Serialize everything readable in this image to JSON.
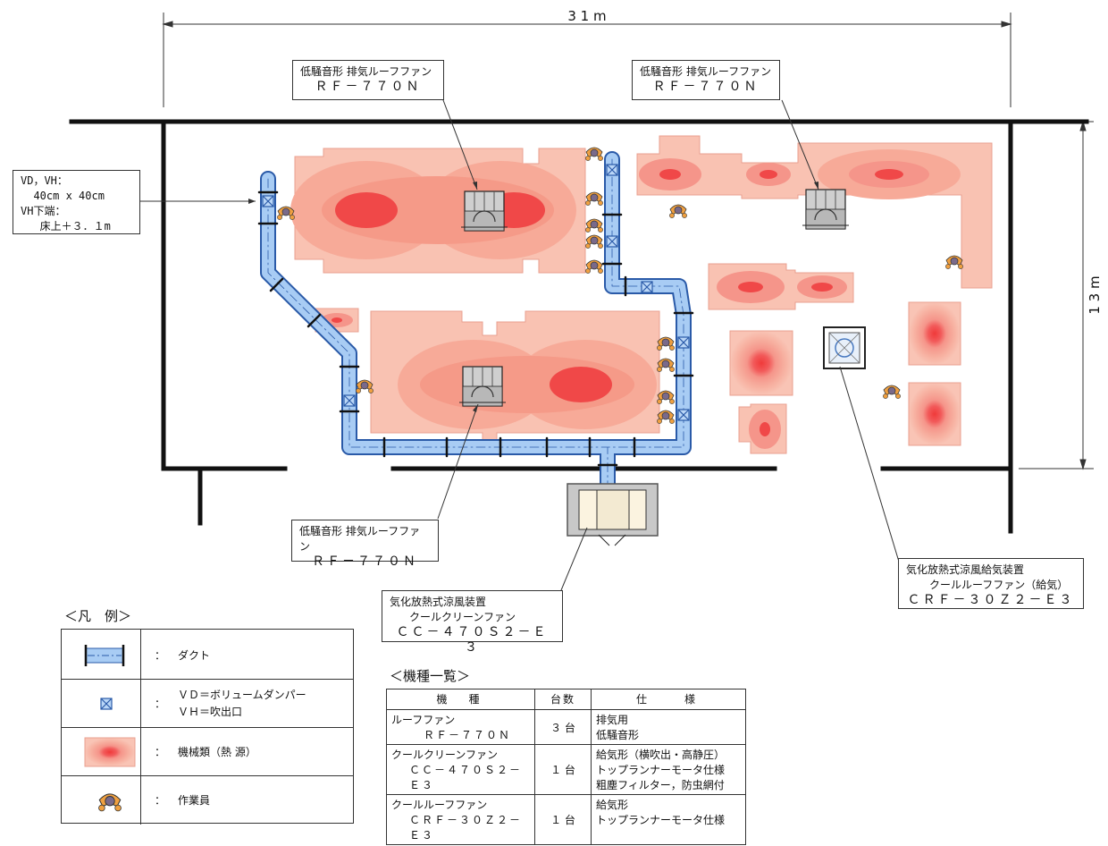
{
  "dimensions": {
    "width_label": "3 1 m",
    "height_label": "1 3 m"
  },
  "callouts": {
    "rf_top_left": {
      "line1": "低騒音形 排気ルーフファン",
      "line2": "ＲＦ－７７０Ｎ"
    },
    "rf_top_right": {
      "line1": "低騒音形 排気ルーフファン",
      "line2": "ＲＦ－７７０Ｎ"
    },
    "rf_bottom": {
      "line1": "低騒音形 排気ルーフファン",
      "line2": "ＲＦ－７７０Ｎ"
    },
    "cc": {
      "line1": "気化放熱式涼風装置",
      "line2": "クールクリーンファン",
      "line3": "ＣＣ－４７０Ｓ２－Ｅ３"
    },
    "crf": {
      "line1": "気化放熱式涼風給気装置",
      "line2": "クールルーフファン（給気）",
      "line3": "ＣＲＦ－３０Ｚ２－Ｅ３"
    }
  },
  "vd_note": {
    "line1": "VD，VH：",
    "line2": "  40cm x 40cm",
    "line3": "VH下端：",
    "line4": "   床上＋３．１m"
  },
  "legend": {
    "title": "＜凡　例＞",
    "rows": [
      {
        "icon": "duct-icon",
        "colon": "：",
        "text": "ダクト"
      },
      {
        "icon": "volume-damper-icon",
        "colon": "：",
        "text1": "ＶＤ＝ボリュームダンパー",
        "text2": "ＶＨ＝吹出口"
      },
      {
        "icon": "heat-source-icon",
        "colon": "：",
        "text": "機械類（熱 源）"
      },
      {
        "icon": "worker-icon",
        "colon": "：",
        "text": "作業員"
      }
    ]
  },
  "equipment_list": {
    "title": "＜機種一覧＞",
    "headers": [
      "機　種",
      "台数",
      "仕　　様"
    ],
    "rows": [
      {
        "name": "ルーフファン",
        "model": "ＲＦ－７７０Ｎ",
        "qty": "３ 台",
        "spec": [
          "排気用",
          "低騒音形"
        ]
      },
      {
        "name": "クールクリーンファン",
        "model": "ＣＣ－４７０Ｓ２－Ｅ３",
        "qty": "１ 台",
        "spec": [
          "給気形（横吹出・高静圧）",
          "トップランナーモータ仕様",
          "粗塵フィルター，防虫網付"
        ]
      },
      {
        "name": "クールルーフファン",
        "model": "ＣＲＦ－３０Ｚ２－Ｅ３",
        "qty": "１ 台",
        "spec": [
          "給気形",
          "トップランナーモータ仕様"
        ]
      }
    ]
  },
  "colors": {
    "wall": "#111111",
    "duct_fill": "#9cc2f0",
    "duct_stroke": "#2a5aa8",
    "heat_outer": "#f7b9a8",
    "heat_mid": "#f5958a",
    "heat_core": "#f25a5a"
  }
}
